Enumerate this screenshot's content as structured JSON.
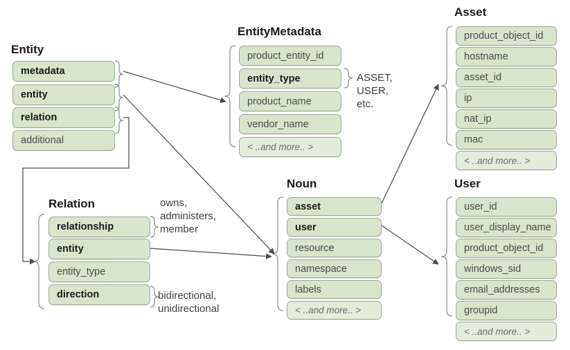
{
  "diagram": {
    "title_style": "entity-relationship-field-map",
    "colors": {
      "row_fill": "#d7e5cd",
      "row_fill_more": "#e2ecdb",
      "row_border": "#9aab93",
      "line": "#4d4d4d",
      "text": "#3c3c3c",
      "title_text": "#1a1a1a"
    }
  },
  "groups": [
    {
      "id": "entity",
      "title": "Entity",
      "rows": [
        {
          "label": "metadata",
          "emphasis": "bold"
        },
        {
          "label": "entity",
          "emphasis": "bold"
        },
        {
          "label": "relation",
          "emphasis": "bold"
        },
        {
          "label": "additional",
          "emphasis": "normal"
        }
      ]
    },
    {
      "id": "entity-metadata",
      "title": "EntityMetadata",
      "rows": [
        {
          "label": "product_entity_id",
          "emphasis": "normal"
        },
        {
          "label": "entity_type",
          "emphasis": "bold"
        },
        {
          "label": "product_name",
          "emphasis": "normal"
        },
        {
          "label": "vendor_name",
          "emphasis": "normal"
        },
        {
          "label": "< ..and more.. >",
          "emphasis": "more"
        }
      ]
    },
    {
      "id": "asset",
      "title": "Asset",
      "rows": [
        {
          "label": "product_object_id",
          "emphasis": "normal"
        },
        {
          "label": "hostname",
          "emphasis": "normal"
        },
        {
          "label": "asset_id",
          "emphasis": "normal"
        },
        {
          "label": "ip",
          "emphasis": "normal"
        },
        {
          "label": "nat_ip",
          "emphasis": "normal"
        },
        {
          "label": "mac",
          "emphasis": "normal"
        },
        {
          "label": "< ..and more.. >",
          "emphasis": "more"
        }
      ]
    },
    {
      "id": "noun",
      "title": "Noun",
      "rows": [
        {
          "label": "asset",
          "emphasis": "bold"
        },
        {
          "label": "user",
          "emphasis": "bold"
        },
        {
          "label": "resource",
          "emphasis": "normal"
        },
        {
          "label": "namespace",
          "emphasis": "normal"
        },
        {
          "label": "labels",
          "emphasis": "normal"
        },
        {
          "label": "< ..and more.. >",
          "emphasis": "more"
        }
      ]
    },
    {
      "id": "user",
      "title": "User",
      "rows": [
        {
          "label": "user_id",
          "emphasis": "normal"
        },
        {
          "label": "user_display_name",
          "emphasis": "normal"
        },
        {
          "label": "product_object_id",
          "emphasis": "normal"
        },
        {
          "label": "windows_sid",
          "emphasis": "normal"
        },
        {
          "label": "email_addresses",
          "emphasis": "normal"
        },
        {
          "label": "groupid",
          "emphasis": "normal"
        },
        {
          "label": "< ..and more.. >",
          "emphasis": "more"
        }
      ]
    },
    {
      "id": "relation",
      "title": "Relation",
      "rows": [
        {
          "label": "relationship",
          "emphasis": "bold"
        },
        {
          "label": "entity",
          "emphasis": "bold"
        },
        {
          "label": "entity_type",
          "emphasis": "normal"
        },
        {
          "label": "direction",
          "emphasis": "bold"
        }
      ]
    }
  ],
  "annotations": [
    {
      "id": "entity-type-values",
      "text": "ASSET,\nUSER,\netc."
    },
    {
      "id": "relationship-values",
      "text": "owns,\nadministers,\nmember"
    },
    {
      "id": "direction-values",
      "text": "bidirectional,\nunidirectional"
    }
  ],
  "connections": [
    {
      "from": "entity.metadata",
      "to": "entity-metadata"
    },
    {
      "from": "entity.entity",
      "to": "noun"
    },
    {
      "from": "entity.relation",
      "to": "relation"
    },
    {
      "from": "relation.entity",
      "to": "noun"
    },
    {
      "from": "noun.asset",
      "to": "asset"
    },
    {
      "from": "noun.user",
      "to": "user"
    }
  ]
}
